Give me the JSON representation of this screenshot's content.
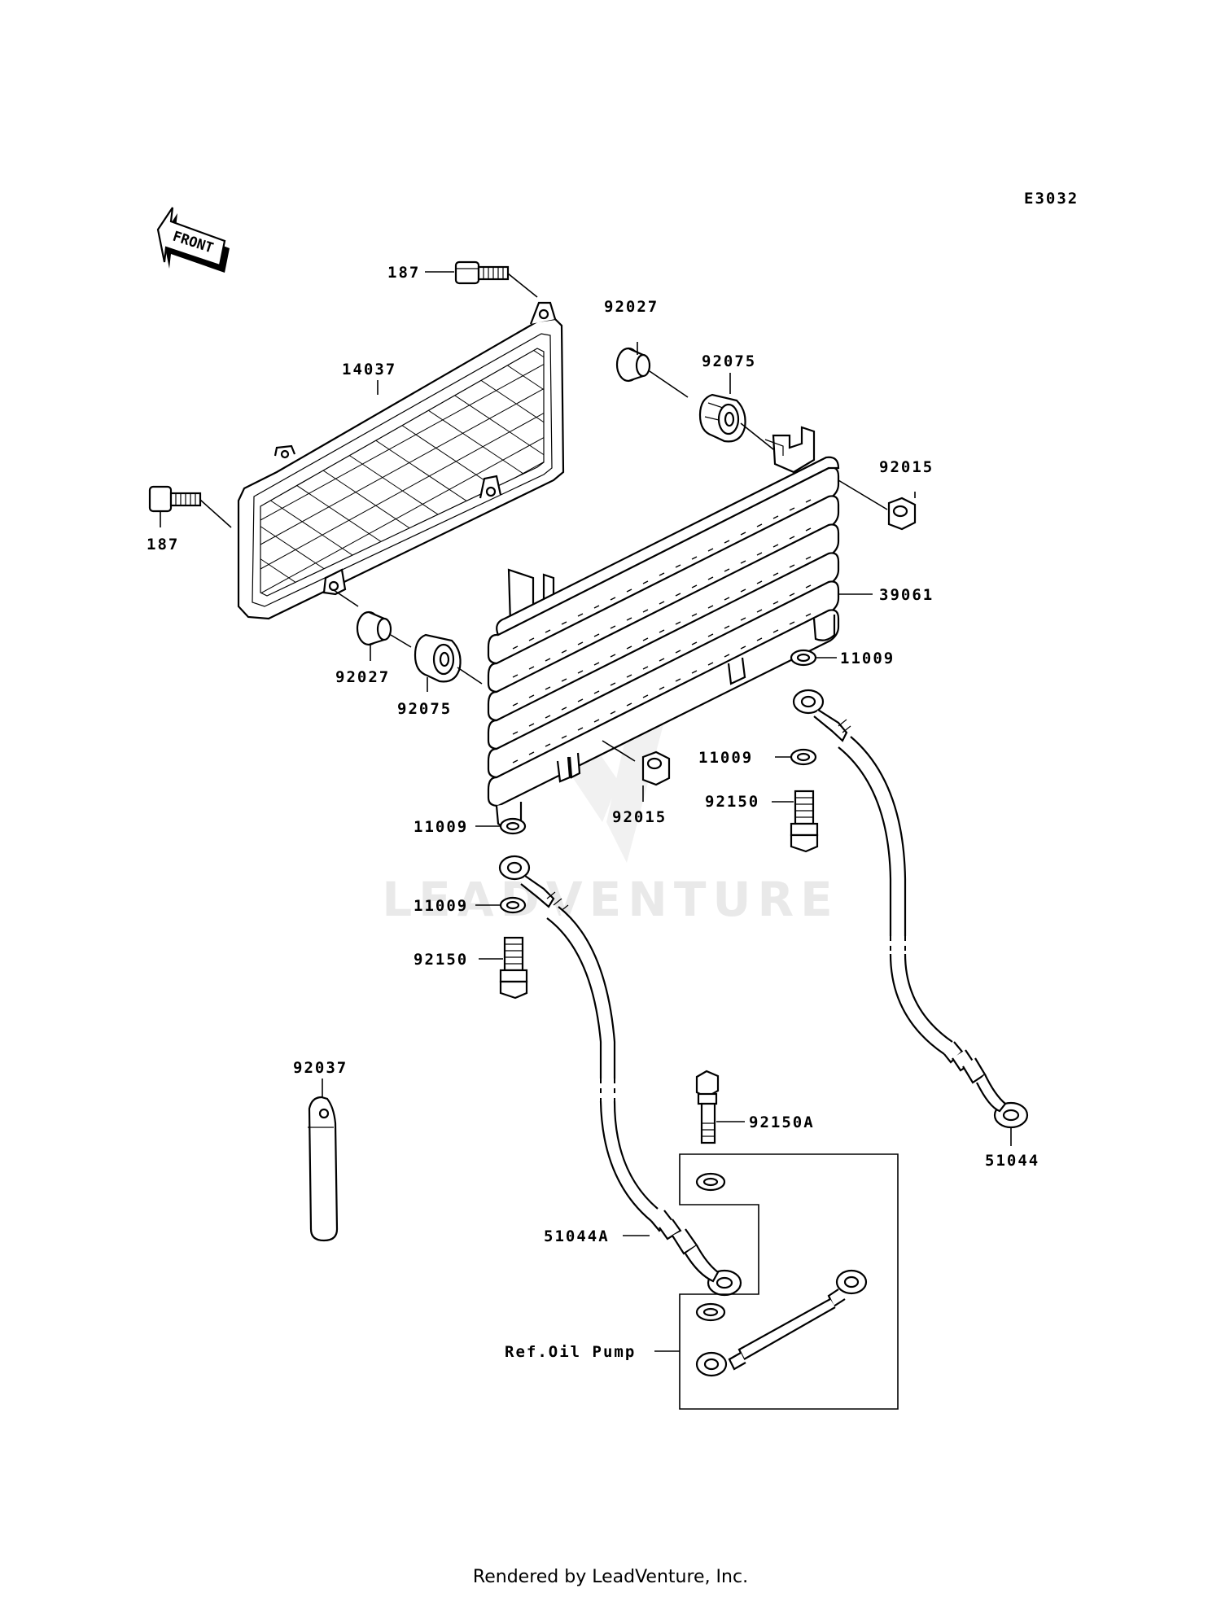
{
  "diagram_code": "E3032",
  "direction_label": "FRONT",
  "watermark": "LEADVENTURE",
  "footer": "Rendered by LeadVenture, Inc.",
  "callouts": {
    "bolt_top": "187",
    "bolt_left": "187",
    "guard": "14037",
    "collar_top": "92027",
    "damper_top": "92075",
    "nut_right": "92015",
    "cooler": "39061",
    "washer_right_a": "11009",
    "washer_right_b": "11009",
    "bolt_right": "92150",
    "collar_bottom": "92027",
    "damper_bottom": "92075",
    "nut_bottom": "92015",
    "washer_left_a": "11009",
    "washer_left_b": "11009",
    "bolt_left_lower": "92150",
    "hose_right": "51044",
    "band": "92037",
    "bolt_pump": "92150A",
    "hose_left": "51044A",
    "ref_pump": "Ref.Oil Pump"
  }
}
